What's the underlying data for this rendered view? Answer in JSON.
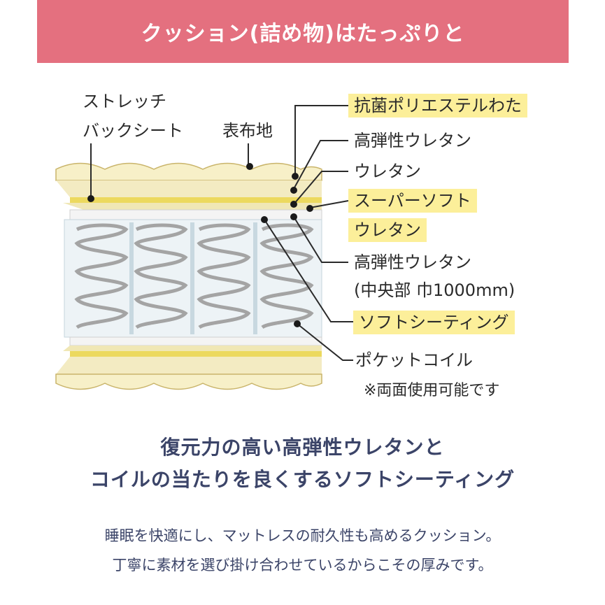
{
  "banner": {
    "title": "クッション(詰め物)はたっぷりと"
  },
  "labels": {
    "stretch_back_sheet_1": "ストレッチ",
    "stretch_back_sheet_2": "バックシート",
    "cover_fabric": "表布地",
    "antibacterial_poly": "抗菌ポリエステルわた",
    "high_resilience_urethane_top": "高弾性ウレタン",
    "urethane": "ウレタン",
    "super_soft_1": "スーパーソフト",
    "super_soft_2": "ウレタン",
    "high_resilience_urethane_mid": "高弾性ウレタン",
    "center_width": "(中央部 巾1000mm)",
    "soft_seating": "ソフトシーティング",
    "pocket_coil": "ポケットコイル",
    "reversible_note": "※両面使用可能です"
  },
  "headline": {
    "line1": "復元力の高い高弾性ウレタンと",
    "line2": "コイルの当たりを良くするソフトシーティング"
  },
  "body": {
    "line1": "睡眠を快適にし、マットレスの耐久性も高めるクッション。",
    "line2": "丁寧に素材を選び掛け合わせているからこその厚みです。"
  },
  "colors": {
    "banner": "#e4707f",
    "highlight": "#fcef9a",
    "headline_text": "#3b4468",
    "padding_fill": "#f7f0c8",
    "yellow_layer": "#ecd95e",
    "coil": "#a4a4a4"
  }
}
